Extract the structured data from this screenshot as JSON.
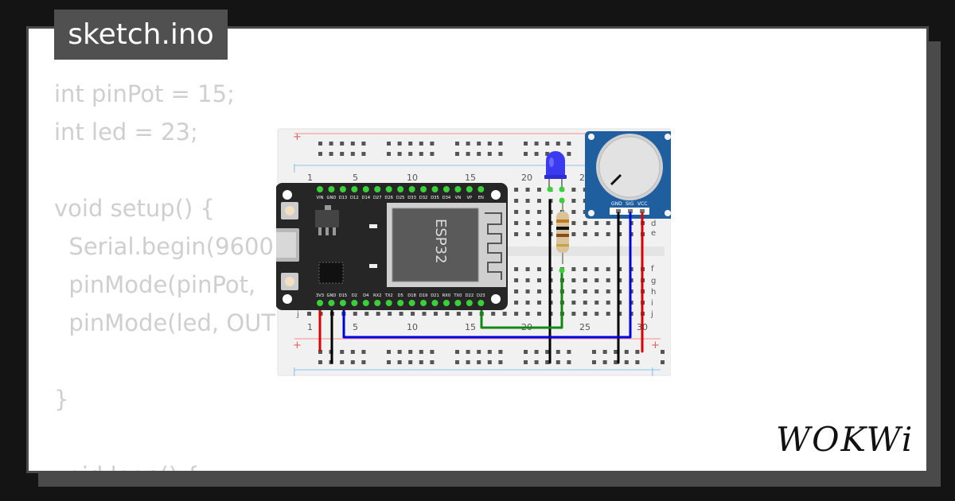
{
  "file_tab": {
    "label": "sketch.ino"
  },
  "code": {
    "lines": [
      "int pinPot = 15;",
      "int led = 23;",
      "",
      "void setup() {",
      "  Serial.begin(9600",
      "  pinMode(pinPot,",
      "  pinMode(led, OUT",
      "",
      "}",
      "",
      "void loop() {"
    ]
  },
  "breadboard": {
    "column_numbers": [
      "1",
      "5",
      "10",
      "15",
      "20",
      "25",
      "30"
    ],
    "row_letters_top": [
      "d",
      "e"
    ],
    "row_letters_bottom": [
      "f",
      "g",
      "h",
      "i",
      "j"
    ],
    "left_row_letter": "j",
    "plus_sign": "+"
  },
  "esp32": {
    "chip_label": "ESP32",
    "top_pins": [
      "VIN",
      "GND",
      "D13",
      "D12",
      "D14",
      "D27",
      "D26",
      "D25",
      "D33",
      "D32",
      "D35",
      "D34",
      "VN",
      "VP",
      "EN"
    ],
    "bottom_pins": [
      "3V3",
      "GND",
      "D15",
      "D2",
      "D4",
      "RX2",
      "TX2",
      "D5",
      "D18",
      "D19",
      "D21",
      "RX0",
      "TX0",
      "D22",
      "D23"
    ]
  },
  "potentiometer": {
    "pins": [
      "GND",
      "SIG",
      "VCC"
    ]
  },
  "colors": {
    "led": "#3a3af0",
    "wire_ground": "#000000",
    "wire_signal": "#0000dd",
    "wire_power": "#dd0000",
    "wire_led": "#118811",
    "breadboard": "#f1f1f1",
    "esp32_board": "#262626",
    "pot_module": "#1f5f9f",
    "code_text": "#cfcfcf"
  },
  "brand": {
    "logo": "WOKWi"
  }
}
